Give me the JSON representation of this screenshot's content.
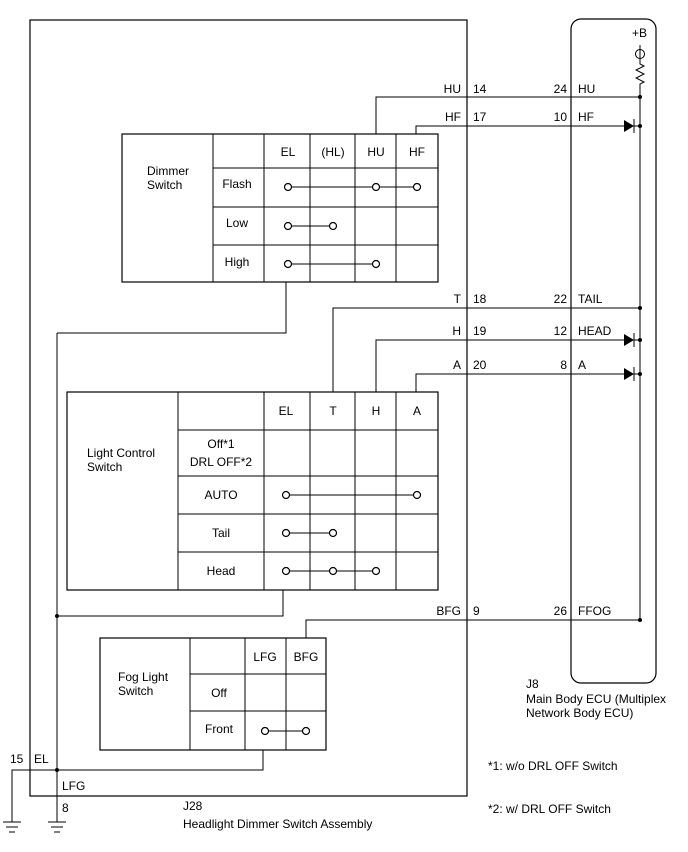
{
  "connectors": {
    "j28": {
      "code": "J28",
      "name": "Headlight Dimmer Switch Assembly"
    },
    "j8": {
      "code": "J8",
      "name_line1": "Main Body ECU (Multiplex",
      "name_line2": "Network Body ECU)"
    }
  },
  "power": {
    "label": "+B"
  },
  "dimmer_switch": {
    "title_line1": "Dimmer",
    "title_line2": "Switch",
    "columns": [
      "EL",
      "(HL)",
      "HU",
      "HF"
    ],
    "rows": [
      "Flash",
      "Low",
      "High"
    ]
  },
  "light_control_switch": {
    "title_line1": "Light Control",
    "title_line2": "Switch",
    "columns": [
      "EL",
      "T",
      "H",
      "A"
    ],
    "row_off_line1": "Off*1",
    "row_off_line2": "DRL OFF*2",
    "rows": [
      "AUTO",
      "Tail",
      "Head"
    ]
  },
  "fog_light_switch": {
    "title_line1": "Fog Light",
    "title_line2": "Switch",
    "columns": [
      "LFG",
      "BFG"
    ],
    "rows": [
      "Off",
      "Front"
    ]
  },
  "wires": [
    {
      "left_name": "HU",
      "left_pin": "14",
      "right_pin": "24",
      "right_name": "HU"
    },
    {
      "left_name": "HF",
      "left_pin": "17",
      "right_pin": "10",
      "right_name": "HF"
    },
    {
      "left_name": "T",
      "left_pin": "18",
      "right_pin": "22",
      "right_name": "TAIL"
    },
    {
      "left_name": "H",
      "left_pin": "19",
      "right_pin": "12",
      "right_name": "HEAD"
    },
    {
      "left_name": "A",
      "left_pin": "20",
      "right_pin": "8",
      "right_name": "A"
    },
    {
      "left_name": "BFG",
      "left_pin": "9",
      "right_pin": "26",
      "right_name": "FFOG"
    }
  ],
  "ground_terminals": {
    "el": {
      "pin": "15",
      "name": "EL"
    },
    "lfg": {
      "pin": "8",
      "name": "LFG"
    }
  },
  "footnotes": [
    "*1: w/o DRL OFF Switch",
    "*2: w/ DRL OFF Switch"
  ]
}
